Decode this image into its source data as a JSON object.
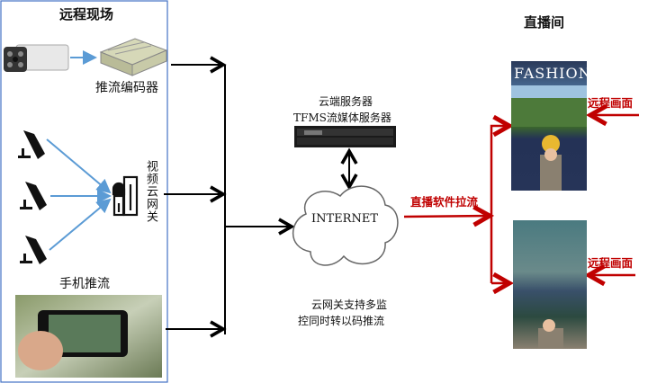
{
  "left_panel": {
    "title": "远程现场",
    "encoder_label": "推流编码器",
    "gateway_label": "视频云网关",
    "mobile_label": "手机推流"
  },
  "server": {
    "line1": "云端服务器",
    "line2": "TFMS流媒体服务器"
  },
  "cloud": {
    "label": "INTERNET"
  },
  "caption": {
    "line1": "云网关支持多监",
    "line2": "控同时转以码推流"
  },
  "right_panel": {
    "title": "直播间",
    "pull_label": "直播软件拉流",
    "screen1": {
      "header": "FASHION",
      "remote_label": "远程画面"
    },
    "screen2": {
      "remote_label": "远程画面"
    }
  },
  "colors": {
    "frame": "#4472c4",
    "blue_arrow": "#5b9bd5",
    "red_arrow": "#c00000"
  }
}
